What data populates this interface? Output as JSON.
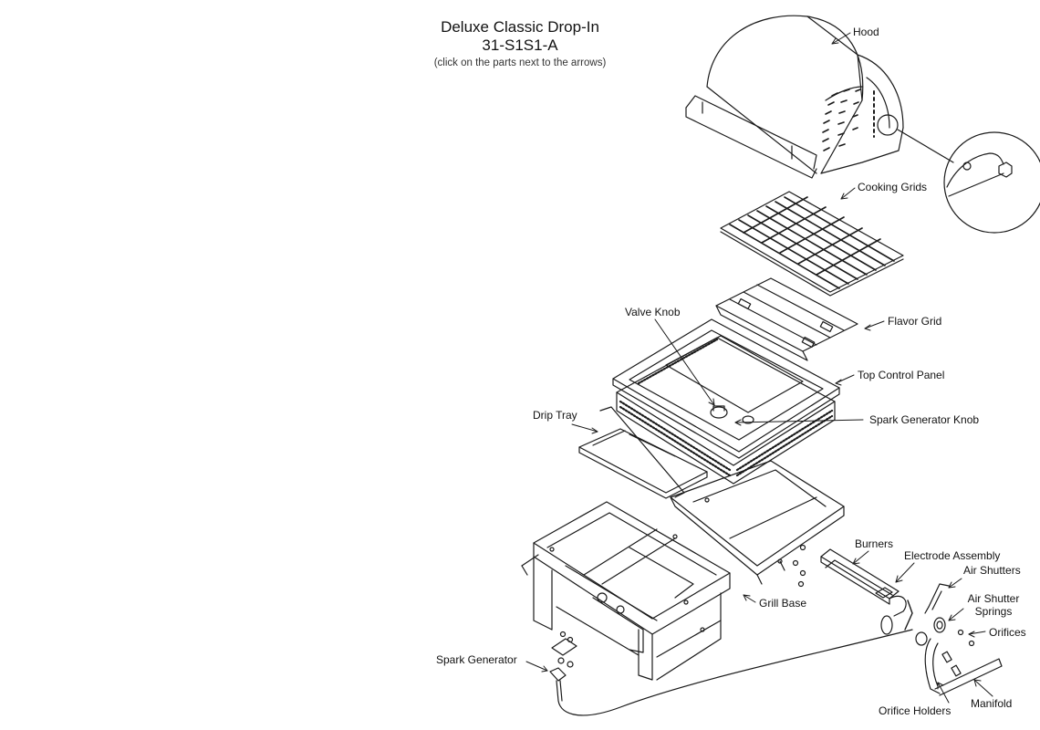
{
  "header": {
    "title_line1": "Deluxe Classic Drop-In",
    "title_line2": "31-S1S1-A",
    "instruction": "(click on the parts next to the arrows)"
  },
  "parts": {
    "hood": "Hood",
    "cooking_grids": "Cooking Grids",
    "flavor_grid": "Flavor Grid",
    "valve_knob": "Valve Knob",
    "top_control_panel": "Top Control Panel",
    "spark_generator_knob": "Spark Generator Knob",
    "drip_tray": "Drip Tray",
    "burners": "Burners",
    "electrode_assembly": "Electrode Assembly",
    "air_shutters": "Air Shutters",
    "air_shutter_springs_1": "Air Shutter",
    "air_shutter_springs_2": "Springs",
    "orifices": "Orifices",
    "grill_base": "Grill Base",
    "spark_generator": "Spark Generator",
    "manifold": "Manifold",
    "orifice_holders": "Orifice Holders"
  },
  "colors": {
    "line": "#1a1a1a",
    "background": "#ffffff"
  }
}
